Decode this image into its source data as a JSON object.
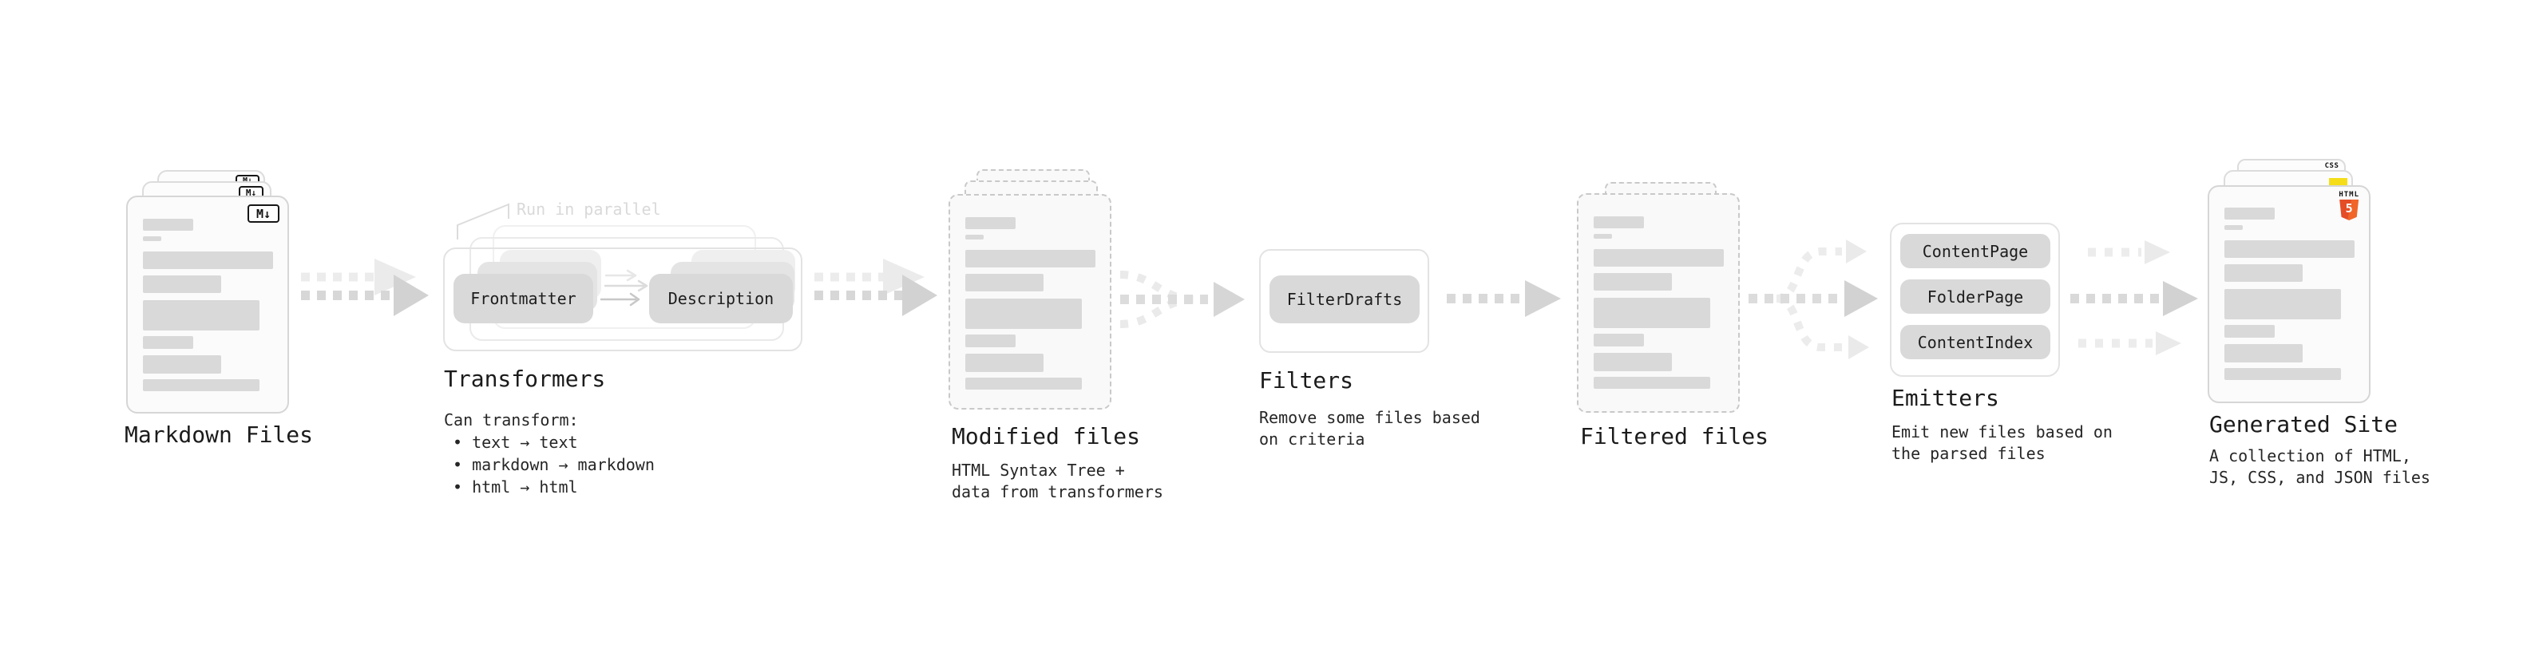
{
  "palette": {
    "bar_gray": "#d9d9d9",
    "pill_gray": "#d9d9d9",
    "arrow_main": "#d2d2d2",
    "arrow_light": "#ececec",
    "html5_orange": "#e44d26",
    "js_yellow": "#f5de19",
    "css_blue": "#2965f1"
  },
  "stages": {
    "markdown_files": {
      "title": "Markdown Files",
      "badge": "M↓"
    },
    "transformers": {
      "title": "Transformers",
      "note": "Run in parallel",
      "source_pill": "Frontmatter",
      "target_pill": "Description",
      "lines": [
        "Can transform:",
        "• text → text",
        "• markdown → markdown",
        "• html → html"
      ]
    },
    "modified_files": {
      "title": "Modified files",
      "lines": [
        "HTML Syntax Tree +",
        "data from transformers"
      ]
    },
    "filters": {
      "title": "Filters",
      "pill": "FilterDrafts",
      "lines": [
        "Remove some files based",
        "on criteria"
      ]
    },
    "filtered_files": {
      "title": "Filtered files"
    },
    "emitters": {
      "title": "Emitters",
      "pills": [
        "ContentPage",
        "FolderPage",
        "ContentIndex"
      ],
      "lines": [
        "Emit new files based on",
        "the parsed files"
      ]
    },
    "generated_site": {
      "title": "Generated Site",
      "css_label": "CSS",
      "html_label": "HTML",
      "html5_numeral": "5",
      "lines": [
        "A collection of HTML,",
        "JS, CSS, and JSON files"
      ]
    }
  }
}
